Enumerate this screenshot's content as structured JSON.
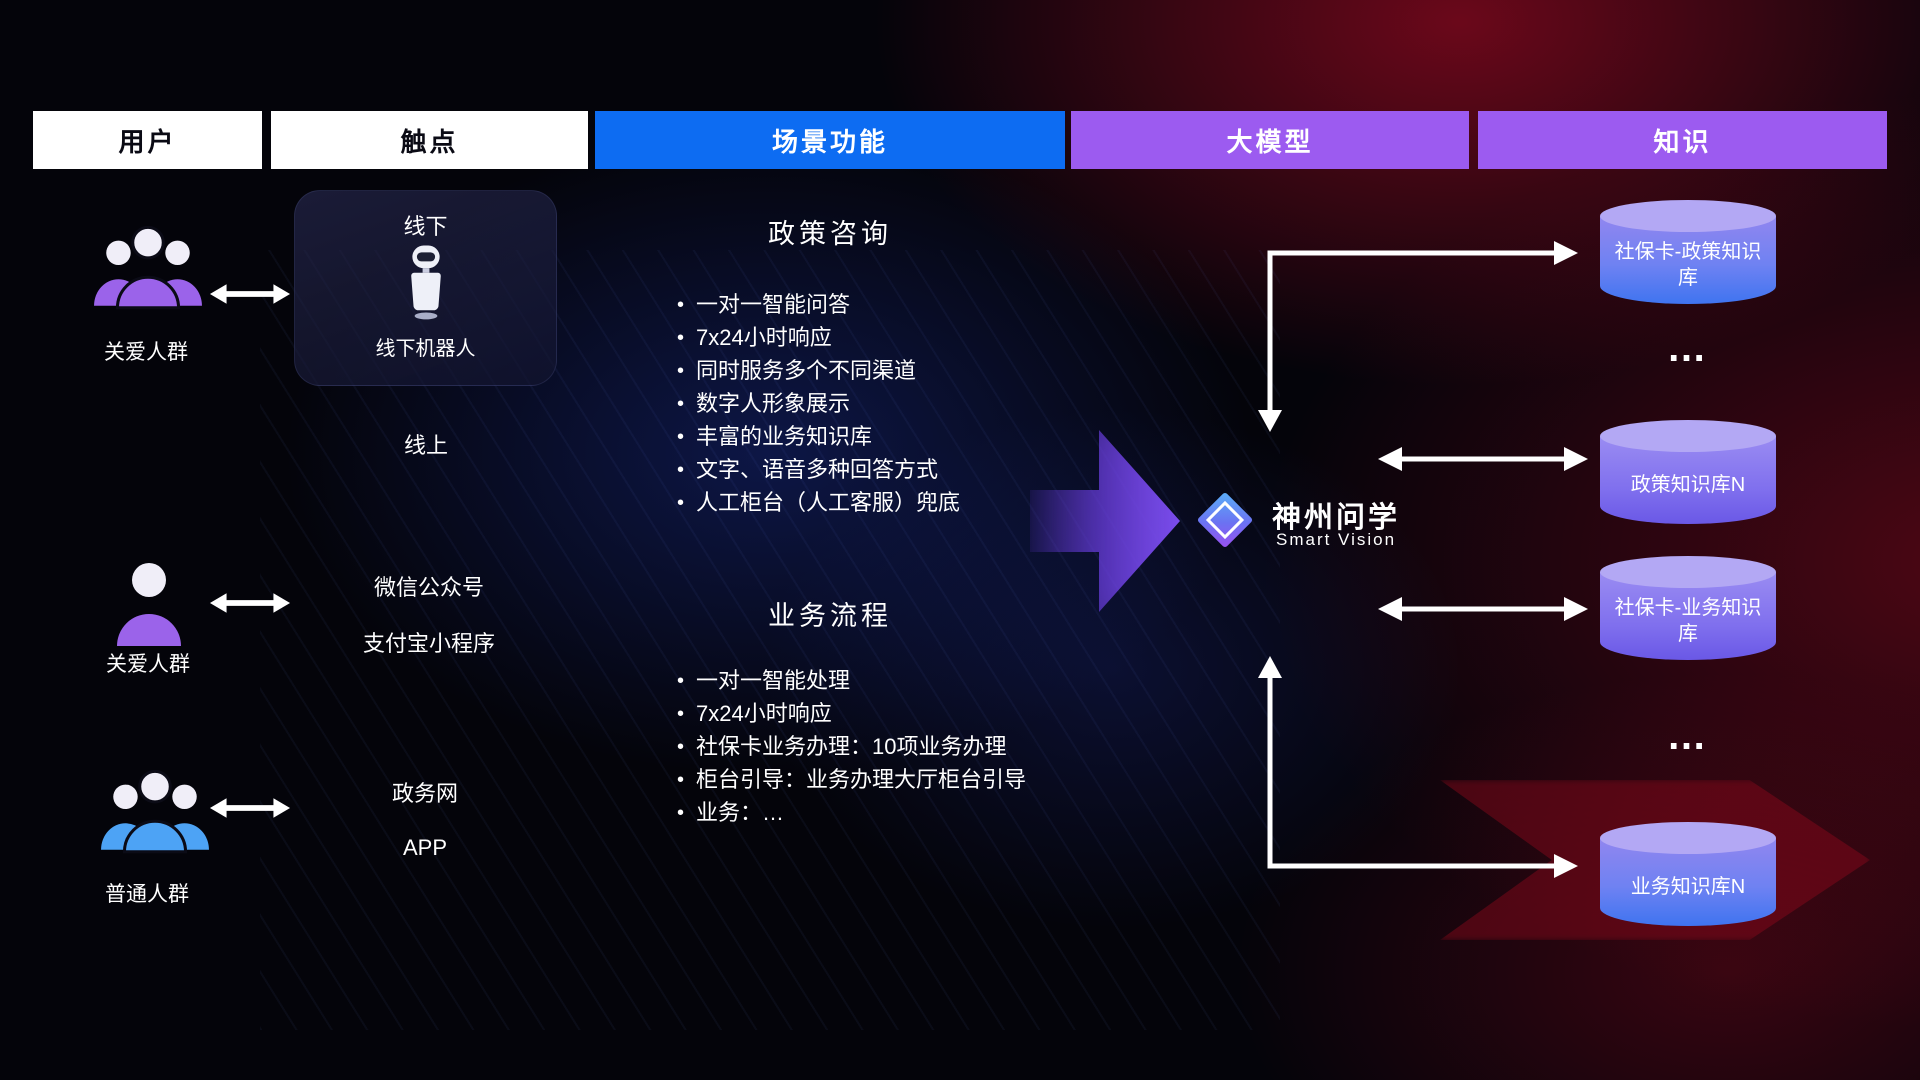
{
  "colors": {
    "header_blue": "#0d6cf2",
    "header_purple": "#9c5bf0",
    "accent_purple": "#9b63ea",
    "accent_blue": "#4da3f5",
    "cylinder_top": "#b3a8f4",
    "cylinder_body_blue": "#3f74f0",
    "cylinder_body_purple": "#6a58e6",
    "arrow_white": "#ffffff",
    "bg_red_glow": "#96081e",
    "bg_blue_glow": "#1c34a8"
  },
  "header": {
    "columns": [
      {
        "label": "用户"
      },
      {
        "label": "触点"
      },
      {
        "label": "场景功能"
      },
      {
        "label": "大模型"
      },
      {
        "label": "知识"
      }
    ]
  },
  "users": [
    {
      "label": "关爱人群",
      "icon": "group-users-purple-icon"
    },
    {
      "label": "关爱人群",
      "icon": "single-user-purple-icon"
    },
    {
      "label": "普通人群",
      "icon": "group-users-blue-icon"
    }
  ],
  "touchpoints": {
    "offline": {
      "title": "线下",
      "robot_label": "线下机器人",
      "robot_icon": "robot-icon"
    },
    "online_title": "线上",
    "online_channels": [
      "微信公众号",
      "支付宝小程序"
    ],
    "gov_channels": [
      "政务网",
      "APP"
    ]
  },
  "scenarios": [
    {
      "title": "政策咨询",
      "items": [
        "一对一智能问答",
        "7x24小时响应",
        "同时服务多个不同渠道",
        "数字人形象展示",
        "丰富的业务知识库",
        "文字、语音多种回答方式",
        "人工柜台（人工客服）兜底"
      ]
    },
    {
      "title": "业务流程",
      "items": [
        "一对一智能处理",
        "7x24小时响应",
        "社保卡业务办理：10项业务办理",
        "柜台引导：业务办理大厅柜台引导",
        "业务：…"
      ]
    }
  ],
  "model": {
    "name": "神州问学",
    "subtitle": "Smart Vision",
    "logo_icon": "diamond-logo-icon"
  },
  "knowledge": {
    "ellipsis": "…",
    "cylinders": [
      {
        "label": "社保卡-政策知识库"
      },
      {
        "label": "政策知识库N"
      },
      {
        "label": "社保卡-业务知识库"
      },
      {
        "label": "业务知识库N"
      }
    ]
  }
}
